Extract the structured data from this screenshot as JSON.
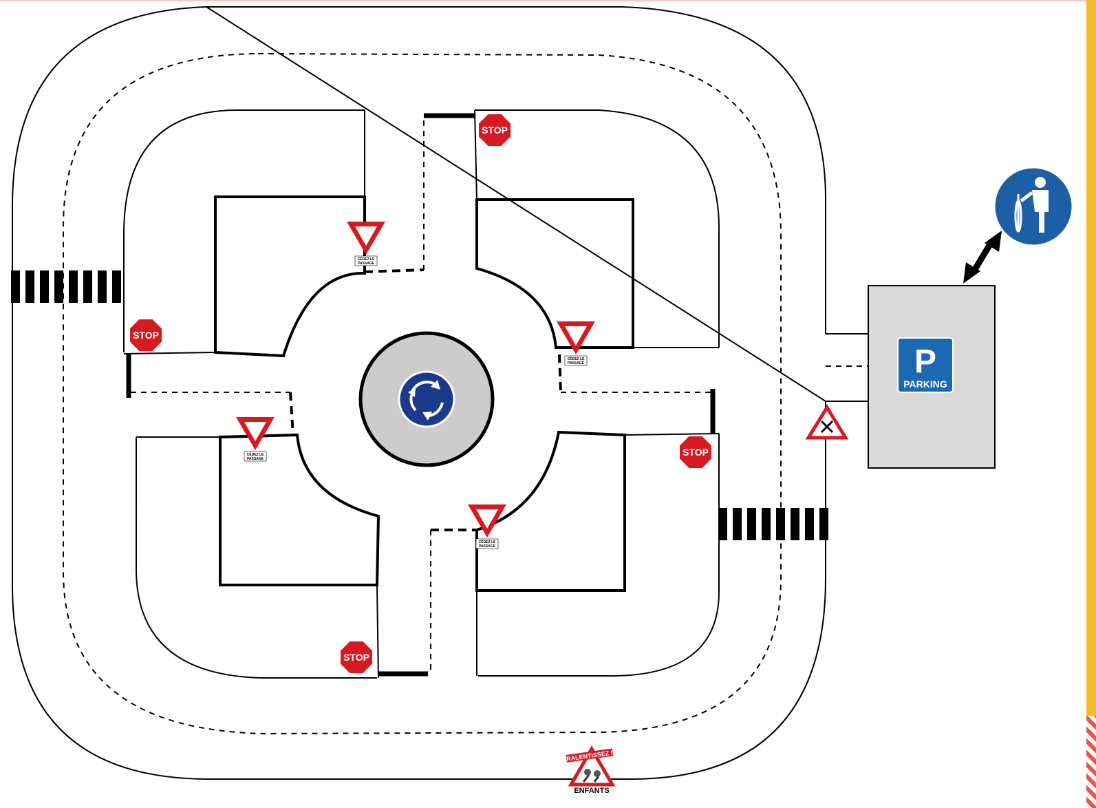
{
  "signs": {
    "stop_label": "STOP",
    "yield_label_line1": "CÉDEZ LE",
    "yield_label_line2": "PASSAGE",
    "parking_label": "PARKING",
    "parking_letter": "P",
    "slow_down_label": "RALENTISSEZ !",
    "children_label": "ENFANTS"
  },
  "colors": {
    "stop_red": "#d71a21",
    "yield_red": "#d71a21",
    "roundabout_blue": "#1b3a8c",
    "island_gray": "#cccccc",
    "parking_blue": "#1c69b3",
    "parking_lot_gray": "#d9d9d9",
    "cyclist_blue": "#1d5fa5",
    "side_strip_yellow": "#f6bb2b"
  },
  "icons": {
    "roundabout": "roundabout-arrows-icon",
    "cyclist": "pedestrian-with-bicycle-icon",
    "arrow": "double-headed-arrow-icon",
    "crossroads": "crossroads-warning-icon"
  }
}
